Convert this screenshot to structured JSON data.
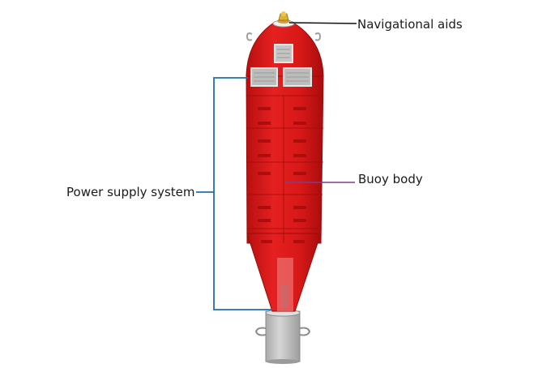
{
  "labels": {
    "navigational_aids": "Navigational aids",
    "buoy_body": "Buoy body",
    "power_supply_system": "Power supply system"
  },
  "colors": {
    "buoy_red": "#e01a1a",
    "buoy_red_dark": "#b31010",
    "panel_gray": "#bdbdbd",
    "base_gray": "#c8c8c8",
    "leader_black": "#111111",
    "leader_purple": "#7b3f8f",
    "leader_blue": "#1f6fb0",
    "lamp_gold": "#d9a520"
  }
}
